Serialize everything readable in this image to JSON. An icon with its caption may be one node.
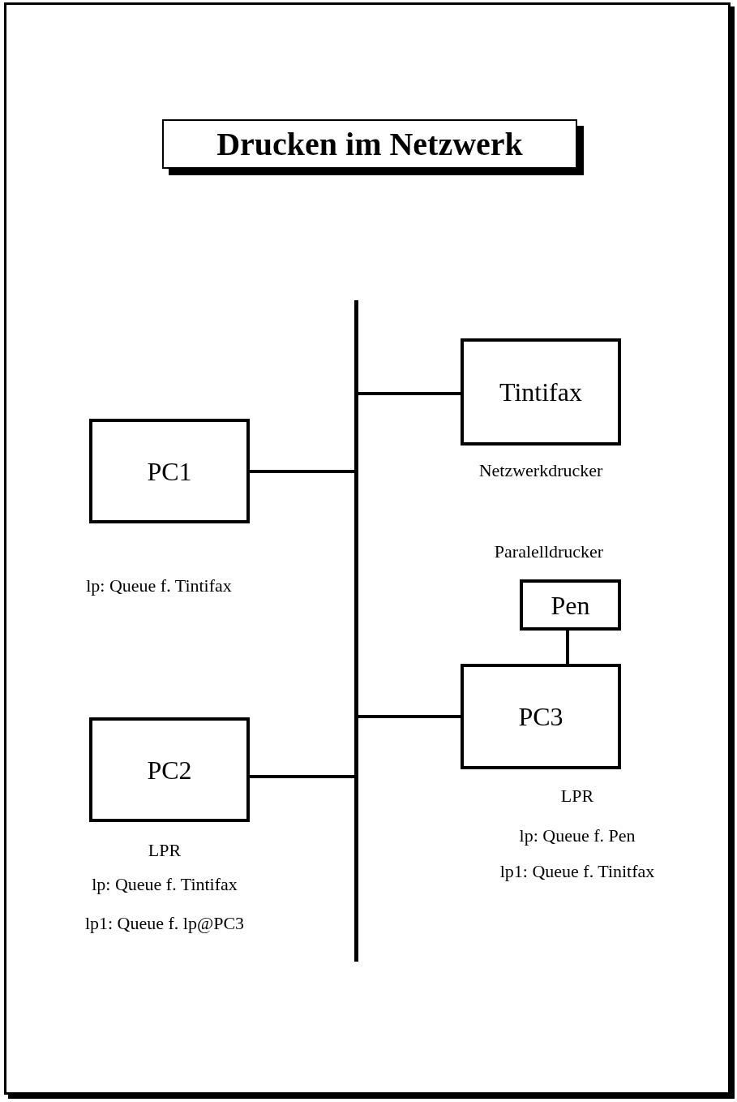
{
  "diagram": {
    "title": "Drucken im Netzwerk",
    "nodes": [
      {
        "text": [],
        "shape": "bar"
      },
      {
        "text": [
          "Tintifax"
        ],
        "beside": [
          "Netzwerkdrucker"
        ]
      },
      {
        "text": [
          "PC1"
        ],
        "beside": [
          "lp: Queue f. Tintifax"
        ]
      },
      {
        "text": [
          "Pen"
        ],
        "beside": [
          "Paralelldrucker"
        ]
      },
      {
        "text": [
          "PC3"
        ],
        "beside": [
          "LPR",
          "lp: Queue f. Pen",
          "lp1: Queue f. Tinitfax"
        ]
      },
      {
        "text": [
          "PC2"
        ],
        "beside": [
          "LPR",
          "lp: Queue f. Tintifax",
          "lp1: Queue f. lp@PC3"
        ]
      }
    ],
    "edges": [
      {
        "from": 0,
        "to": 1,
        "arrow": "none"
      },
      {
        "from": 0,
        "to": 2,
        "arrow": "none"
      },
      {
        "from": 3,
        "to": 4,
        "arrow": "none"
      },
      {
        "from": 0,
        "to": 4,
        "arrow": "none"
      },
      {
        "from": 0,
        "to": 5,
        "arrow": "none"
      }
    ]
  }
}
